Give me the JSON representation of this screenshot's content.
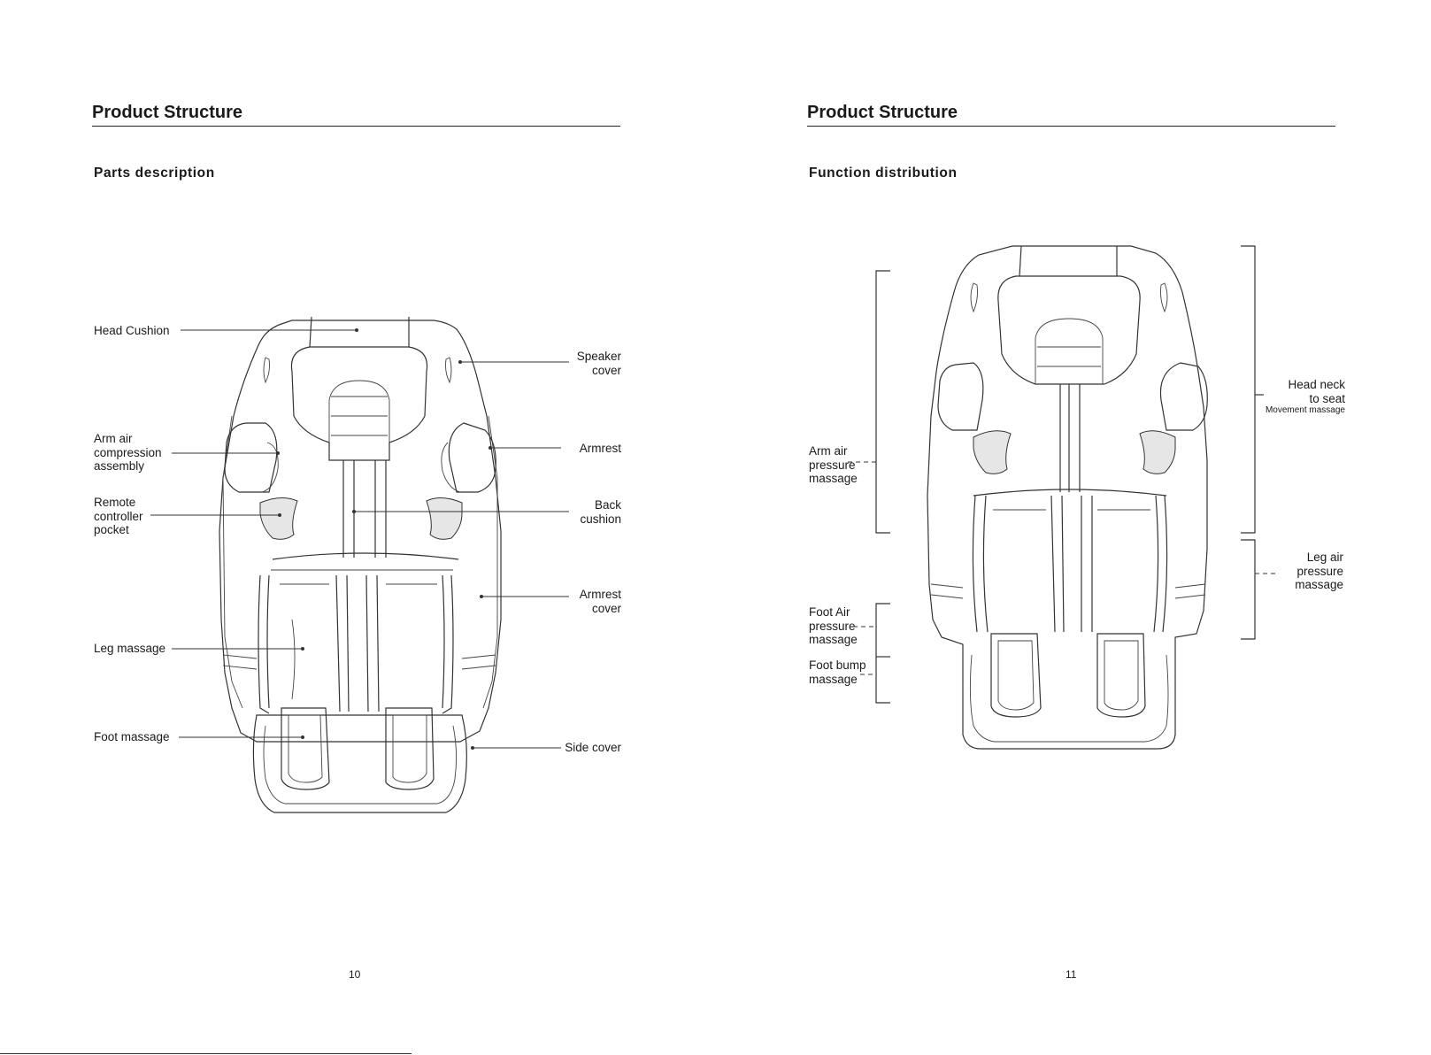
{
  "left_page": {
    "title": "Product Structure",
    "subtitle": "Parts description",
    "page_number": "10",
    "labels": {
      "head_cushion": "Head Cushion",
      "speaker_cover_1": "Speaker",
      "speaker_cover_2": "cover",
      "arm_air_1": "Arm air",
      "arm_air_2": "compression",
      "arm_air_3": "assembly",
      "armrest": "Armrest",
      "remote_1": "Remote",
      "remote_2": "controller",
      "remote_3": "pocket",
      "back_cushion_1": "Back",
      "back_cushion_2": "cushion",
      "armrest_cover_1": "Armrest",
      "armrest_cover_2": "cover",
      "leg_massage": "Leg massage",
      "foot_massage": "Foot massage",
      "side_cover": "Side cover"
    }
  },
  "right_page": {
    "title": "Product Structure",
    "subtitle": "Function distribution",
    "page_number": "11",
    "labels": {
      "arm_air_1": "Arm air",
      "arm_air_2": "pressure",
      "arm_air_3": "massage",
      "foot_air_1": "Foot Air",
      "foot_air_2": "pressure",
      "foot_air_3": "massage",
      "foot_bump_1": "Foot bump",
      "foot_bump_2": "massage",
      "head_neck_1": "Head neck",
      "head_neck_2": "to seat",
      "head_neck_3": "Movement massage",
      "leg_air_1": "Leg air",
      "leg_air_2": "pressure",
      "leg_air_3": "massage"
    }
  }
}
